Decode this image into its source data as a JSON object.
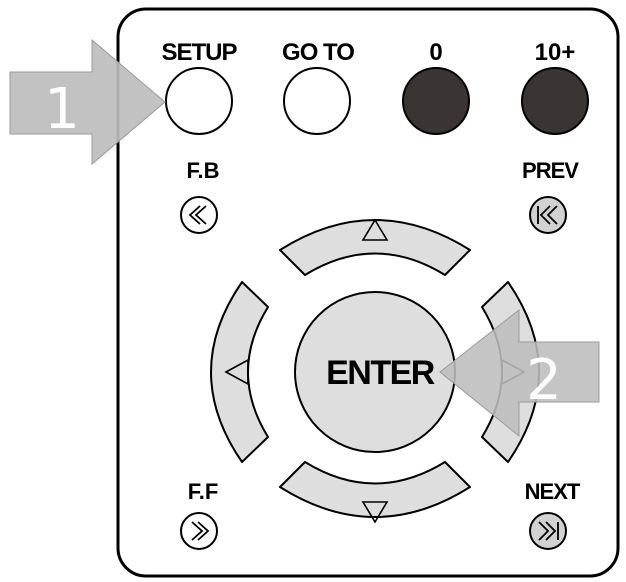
{
  "remote": {
    "top_buttons": [
      {
        "label": "SETUP"
      },
      {
        "label": "GO TO"
      },
      {
        "label": "0"
      },
      {
        "label": "10+"
      }
    ],
    "side_labels": {
      "fb": "F.B",
      "prev": "PREV",
      "ff": "F.F",
      "next": "NEXT"
    },
    "enter_label": "ENTER"
  },
  "callouts": {
    "one": "1",
    "two": "2"
  },
  "colors": {
    "body_outline": "#000000",
    "button_white": "#ffffff",
    "button_dark": "#3a3533",
    "dpad_gray": "#dedede",
    "callout_arrow": "#bdbdbd",
    "callout_text": "#ffffff"
  }
}
